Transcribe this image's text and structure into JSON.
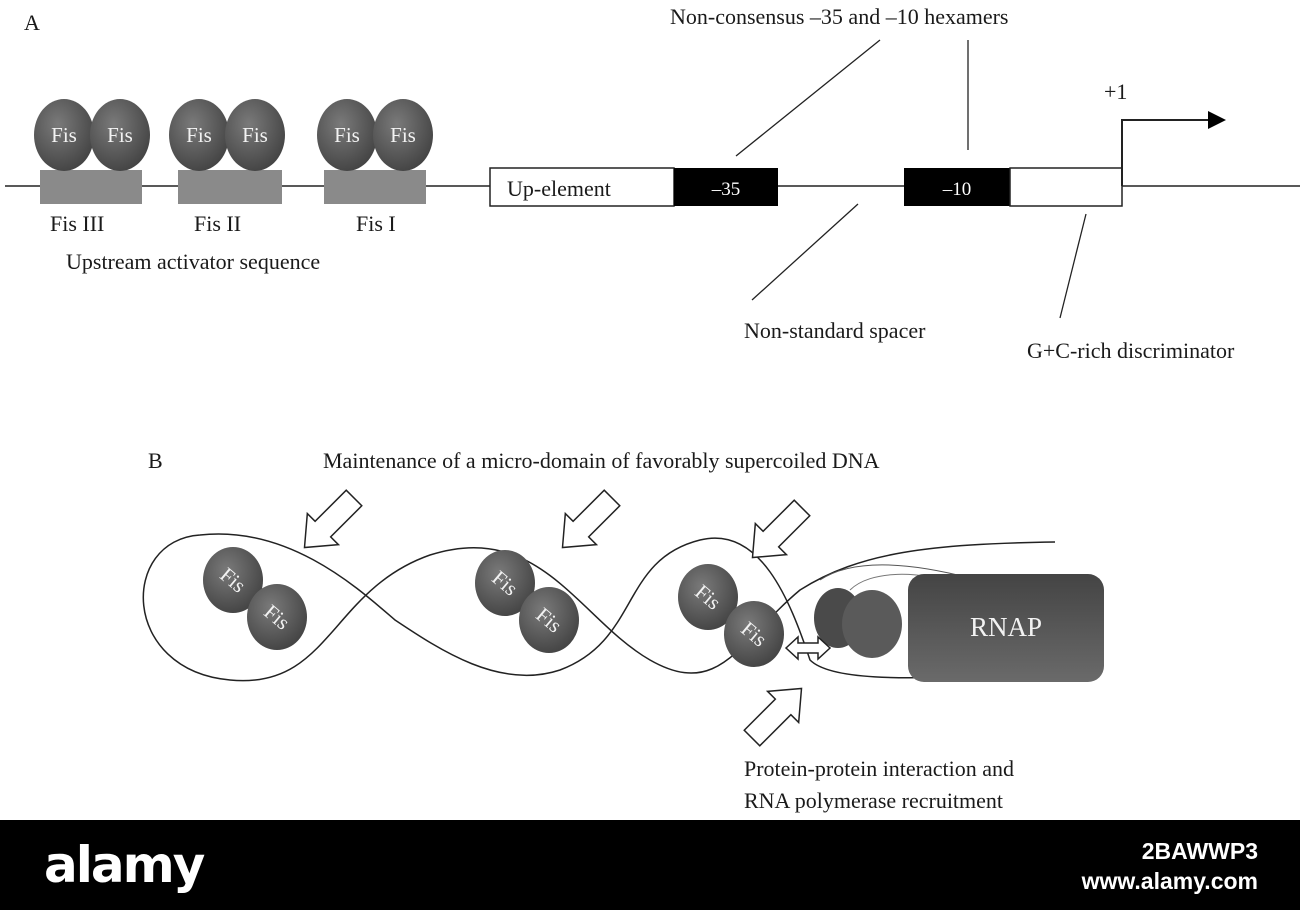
{
  "panel_a": {
    "letter": "A",
    "fis_label": "Fis",
    "sites": [
      "Fis III",
      "Fis II",
      "Fis I"
    ],
    "upstream_label": "Upstream activator sequence",
    "up_element_label": "Up-element",
    "box_35_label": "–35",
    "box_10_label": "–10",
    "hexamers_label": "Non-consensus –35 and –10 hexamers",
    "spacer_label": "Non-standard spacer",
    "discriminator_label": "G+C-rich discriminator",
    "start_label": "+1"
  },
  "panel_b": {
    "letter": "B",
    "title": "Maintenance of a micro-domain of favorably supercoiled DNA",
    "fis_label": "Fis",
    "rnap_label": "RNAP",
    "interaction_line1": "Protein-protein interaction and",
    "interaction_line2": "RNA polymerase recruitment"
  },
  "watermark": {
    "brand": "alamy",
    "image_id": "2BAWWP3",
    "site": "www.alamy.com"
  },
  "colors": {
    "fis_fill": "#575757",
    "site_box": "#8a8a8a",
    "hexamer_box": "#000000",
    "rnap_fill": "#555555"
  }
}
